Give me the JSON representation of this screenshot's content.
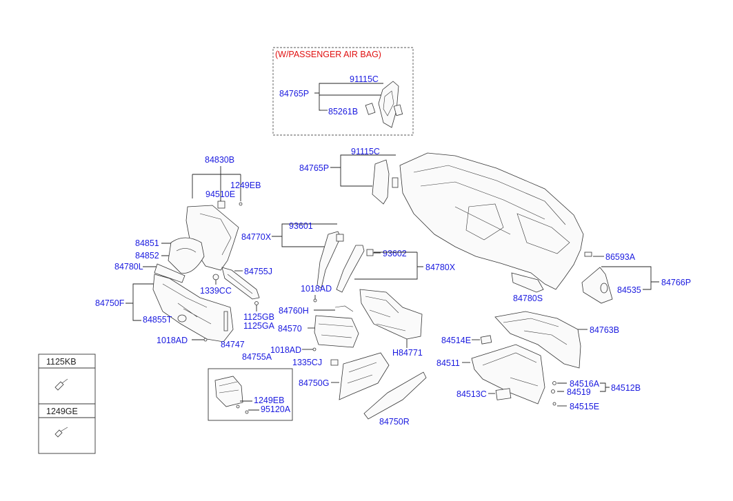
{
  "colors": {
    "part_label": "#1a1adf",
    "variant_note": "#e01010",
    "line": "#222222"
  },
  "variant_note": "(W/PASSENGER AIR BAG)",
  "parts": {
    "p84765P_top": "84765P",
    "p91115C_top": "91115C",
    "p85261B": "85261B",
    "p84830B": "84830B",
    "p1249EB_a": "1249EB",
    "p94510E": "94510E",
    "p84765P": "84765P",
    "p91115C": "91115C",
    "p84851": "84851",
    "p84852": "84852",
    "p84780L": "84780L",
    "p84750F": "84750F",
    "p84855T": "84855T",
    "p1018AD_a": "1018AD",
    "p1339CC": "1339CC",
    "p84755J": "84755J",
    "p1125GB": "1125GB",
    "p1125GA": "1125GA",
    "p84747": "84747",
    "p84770X": "84770X",
    "p93601": "93601",
    "p93602": "93602",
    "p84780X": "84780X",
    "p1018AD_b": "1018AD",
    "p84760H": "84760H",
    "p84570": "84570",
    "p1018AD_c": "1018AD",
    "pH84771": "H84771",
    "p84755A": "84755A",
    "p1249EB_b": "1249EB",
    "p95120A": "95120A",
    "p1335CJ": "1335CJ",
    "p84750G": "84750G",
    "p84750R": "84750R",
    "p86593A": "86593A",
    "p84766P": "84766P",
    "p84535": "84535",
    "p84780S": "84780S",
    "p84763B": "84763B",
    "p84514E": "84514E",
    "p84511": "84511",
    "p84516A": "84516A",
    "p84512B": "84512B",
    "p84519": "84519",
    "p84513C": "84513C",
    "p84515E": "84515E"
  },
  "legend": [
    {
      "code": "1125KB"
    },
    {
      "code": "1249GE"
    }
  ]
}
